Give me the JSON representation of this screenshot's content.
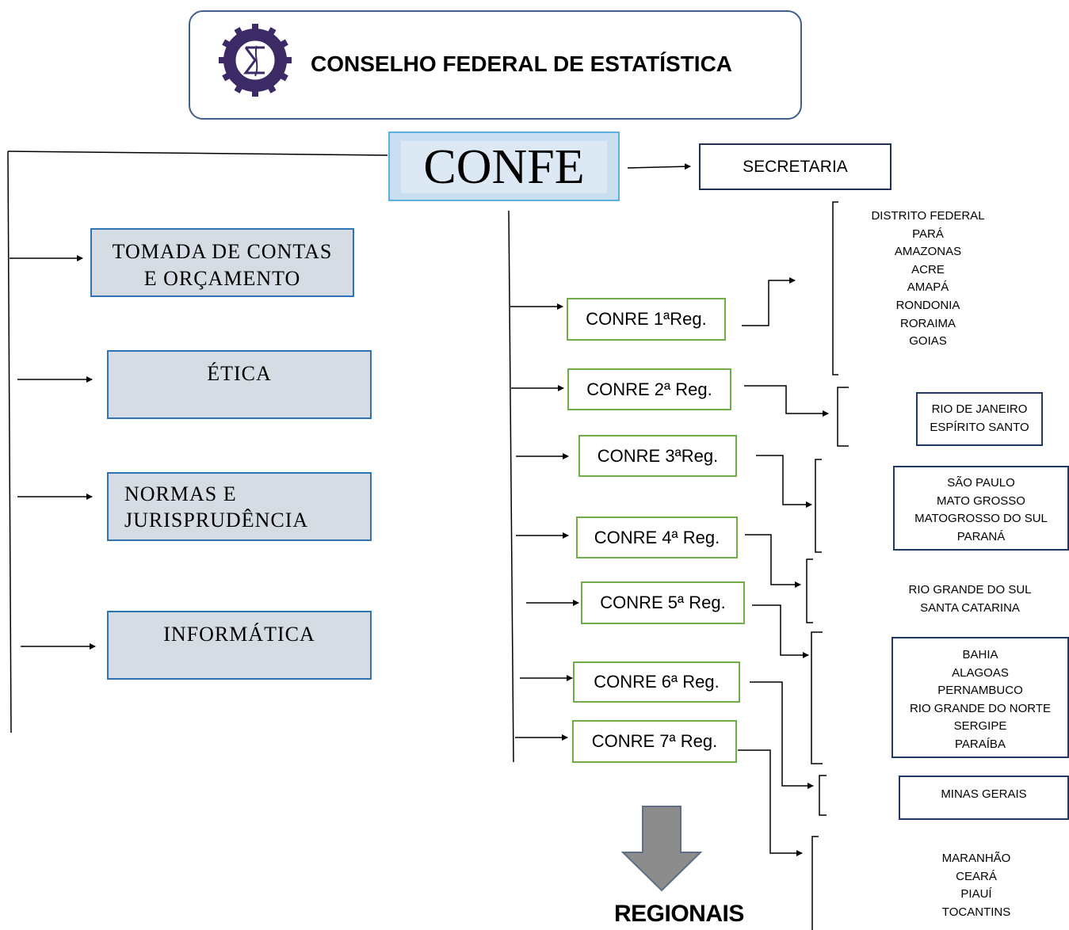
{
  "header": {
    "title": "CONSELHO FEDERAL DE ESTATÍSTICA"
  },
  "center": {
    "confe": "CONFE",
    "secretaria": "SECRETARIA"
  },
  "committees": [
    {
      "line1": "TOMADA DE CONTAS",
      "line2": "E ORÇAMENTO"
    },
    {
      "line1": "ÉTICA",
      "line2": ""
    },
    {
      "line1": "NORMAS E",
      "line2": "JURISPRUDÊNCIA"
    },
    {
      "line1": "INFORMÁTICA",
      "line2": ""
    }
  ],
  "regionals": [
    {
      "label": "CONRE 1ªReg.",
      "states": [
        "DISTRITO FEDERAL",
        "PARÁ",
        "AMAZONAS",
        "ACRE",
        "AMAPÁ",
        "RONDONIA",
        "RORAIMA",
        "GOIAS"
      ]
    },
    {
      "label": "CONRE 2ª Reg.",
      "states": [
        "RIO DE JANEIRO",
        "ESPÍRITO SANTO"
      ]
    },
    {
      "label": "CONRE 3ªReg.",
      "states": [
        "SÃO PAULO",
        "MATO GROSSO",
        "MATOGROSSO DO SUL",
        "PARANÁ"
      ]
    },
    {
      "label": "CONRE 4ª Reg.",
      "states": [
        "RIO GRANDE DO SUL",
        "SANTA CATARINA"
      ]
    },
    {
      "label": "CONRE 5ª Reg.",
      "states": [
        "BAHIA",
        "ALAGOAS",
        "PERNAMBUCO",
        "RIO GRANDE DO NORTE",
        "SERGIPE",
        "PARAÍBA"
      ]
    },
    {
      "label": "CONRE 6ª Reg.",
      "states": [
        "MINAS GERAIS"
      ]
    },
    {
      "label": "CONRE 7ª Reg.",
      "states": [
        "MARANHÃO",
        "CEARÁ",
        "PIAUÍ",
        "TOCANTINS"
      ]
    }
  ],
  "footer": {
    "regionais": "REGIONAIS"
  },
  "colors": {
    "header_border": "#3f5f8f",
    "confe_border": "#5ab0de",
    "committee_fill": "#d5dce4",
    "committee_border": "#2e74b5",
    "conre_border": "#70ad47",
    "arrow": "#8c8c8c",
    "logo": "#3b2a66"
  }
}
